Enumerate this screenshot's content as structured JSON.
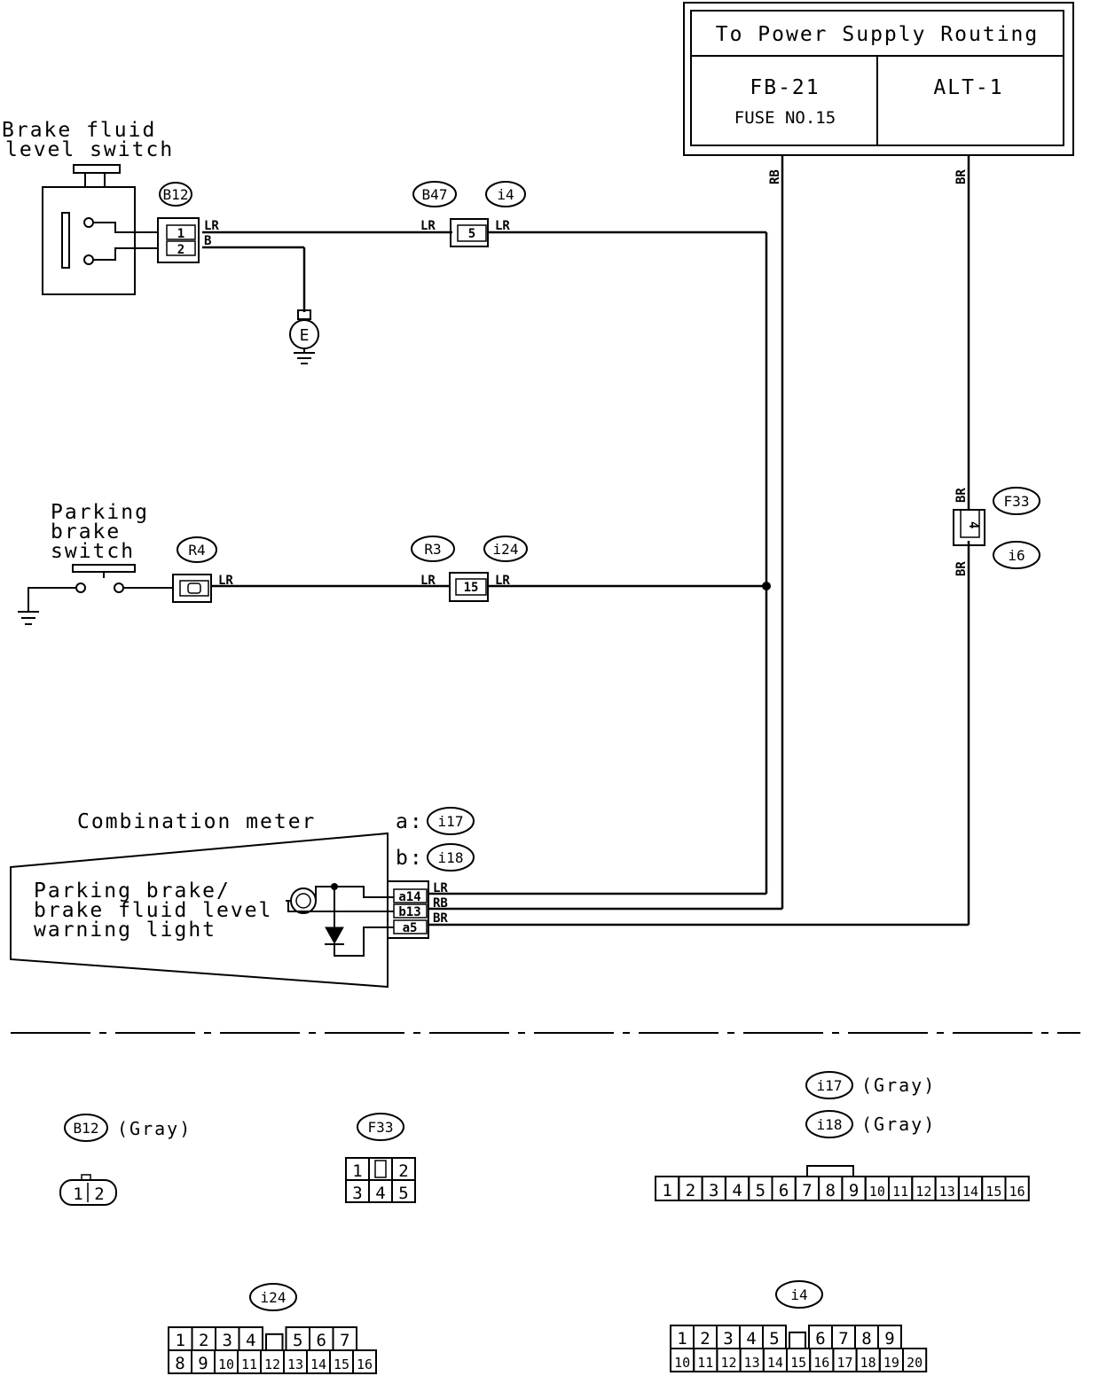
{
  "power_box": {
    "title": "To Power Supply Routing",
    "left_line1": "FB-21",
    "left_line2": "FUSE NO.15",
    "right": "ALT-1"
  },
  "labels": {
    "brake_fluid_switch": [
      "Brake fluid",
      "level switch"
    ],
    "parking_switch": [
      "Parking",
      "brake",
      "switch"
    ],
    "combination_meter": "Combination meter",
    "warning_light": [
      "Parking brake/",
      "brake fluid level",
      "warning light"
    ],
    "ground": "E"
  },
  "wires": {
    "lr": "LR",
    "b": "B",
    "rb": "RB",
    "br": "BR"
  },
  "connectors": {
    "b12": "B12",
    "b47": "B47",
    "i4": "i4",
    "r4": "R4",
    "r3": "R3",
    "i24": "i24",
    "f33": "F33",
    "i6": "i6",
    "i17": "i17",
    "i18": "i18"
  },
  "meter_prefix": {
    "a": "a:",
    "b": "b:"
  },
  "pins": {
    "b12_1": "1",
    "b12_2": "2",
    "i4_pin": "5",
    "i24_pin": "15",
    "f33_pin": "4",
    "a14": "a14",
    "b13": "b13",
    "a5": "a5"
  },
  "gray": "(Gray)",
  "face_b12": [
    "1",
    "2"
  ],
  "face_f33": {
    "top": [
      "1",
      "",
      "2"
    ],
    "bottom": [
      "3",
      "4",
      "5"
    ]
  },
  "face_i17": [
    "1",
    "2",
    "3",
    "4",
    "5",
    "6",
    "7",
    "8",
    "9",
    "10",
    "11",
    "12",
    "13",
    "14",
    "15",
    "16"
  ],
  "face_i24": {
    "top": [
      "1",
      "2",
      "3",
      "4",
      "",
      "5",
      "6",
      "7"
    ],
    "bottom": [
      "8",
      "9",
      "10",
      "11",
      "12",
      "13",
      "14",
      "15",
      "16"
    ]
  },
  "face_i4": {
    "top": [
      "1",
      "2",
      "3",
      "4",
      "5",
      "",
      "6",
      "7",
      "8",
      "9"
    ],
    "bottom": [
      "10",
      "11",
      "12",
      "13",
      "14",
      "15",
      "16",
      "17",
      "18",
      "19",
      "20"
    ]
  }
}
